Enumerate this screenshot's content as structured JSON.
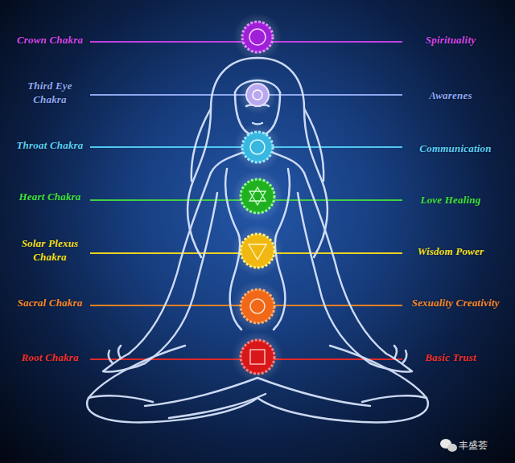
{
  "diagram": {
    "labels": [
      "Crown Chakra",
      "Spirituality",
      "Third Eye Chakra",
      "Awarenes",
      "Throat Chakra",
      "Communication",
      "Heart Chakra",
      "Love Healing",
      "Solar Plexus Chakra",
      "Wisdom Power",
      "Sexuality Creativity",
      "Sacral Chakra",
      "Root Chakra",
      "Basic Trust",
      "丰盛荟"
    ]
  }
}
